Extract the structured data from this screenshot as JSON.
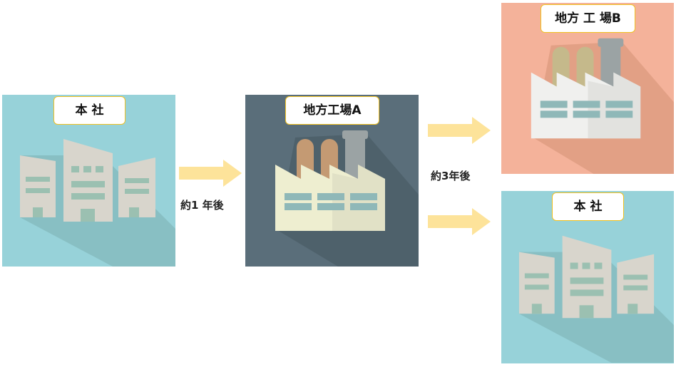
{
  "panels": {
    "hq_before": {
      "label": "本 社",
      "bg": "#97d2d9",
      "type": "office"
    },
    "factory_a": {
      "label": "地方工場A",
      "bg": "#5a6e7a",
      "type": "factory"
    },
    "factory_b": {
      "label": "地方 工 場B",
      "bg": "#f4b29a",
      "type": "factory"
    },
    "hq_after": {
      "label": "本 社",
      "bg": "#97d2d9",
      "type": "office"
    }
  },
  "captions": {
    "after_1_year": "約1 年後",
    "after_3_years": "約3年後"
  },
  "colors": {
    "arrow": "#fde39a",
    "label_border": "#f0c020"
  },
  "icons": {
    "office": "office-buildings-icon",
    "factory": "factory-icon",
    "arrow": "right-arrow-icon"
  }
}
